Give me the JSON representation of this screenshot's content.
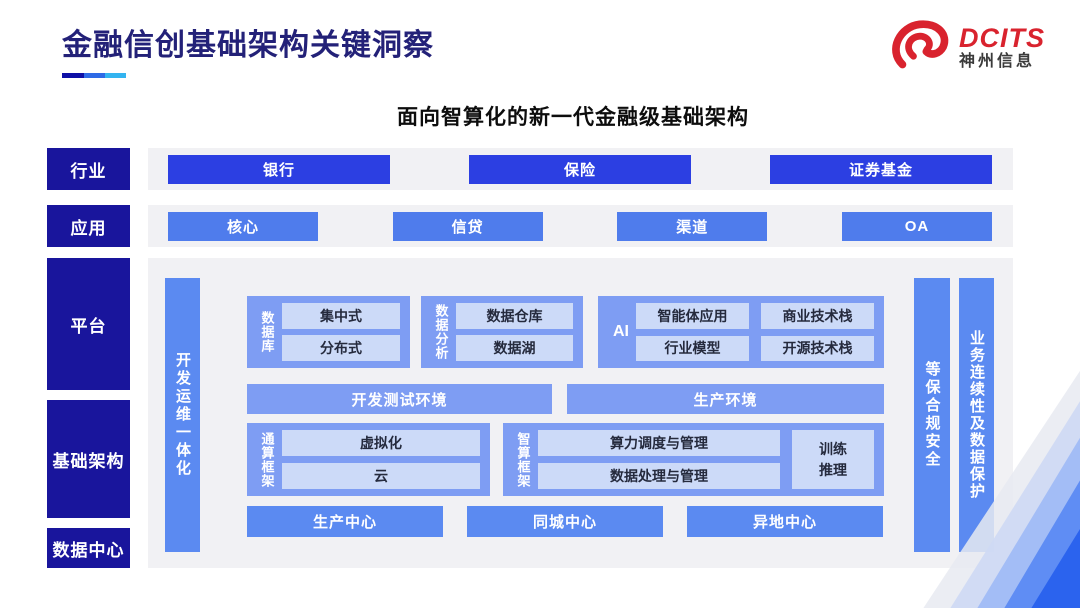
{
  "slide": {
    "title": "金融信创基础架构关键洞察",
    "subtitle": "面向智算化的新一代金融级基础架构"
  },
  "logo": {
    "brand": "DCITS",
    "company": "神州信息"
  },
  "row_labels": {
    "industry": "行业",
    "application": "应用",
    "platform": "平台",
    "infrastructure": "基础架构",
    "datacenter": "数据中心"
  },
  "industry_items": [
    "银行",
    "保险",
    "证券基金"
  ],
  "application_items": [
    "核心",
    "信贷",
    "渠道",
    "OA"
  ],
  "platform": {
    "devops_bar": "开发运维一体化",
    "database_group": {
      "label": "数据库",
      "items": [
        "集中式",
        "分布式"
      ]
    },
    "analytics_group": {
      "label": "数据分析",
      "items": [
        "数据仓库",
        "数据湖"
      ]
    },
    "ai_group": {
      "label": "AI",
      "items": [
        "智能体应用",
        "商业技术栈",
        "行业模型",
        "开源技术栈"
      ]
    },
    "environments": [
      "开发测试环境",
      "生产环境"
    ],
    "general_framework": {
      "label": "通算框架",
      "items": [
        "虚拟化",
        "云"
      ]
    },
    "ai_framework": {
      "label": "智算框架",
      "items": [
        "算力调度与管理",
        "数据处理与管理"
      ],
      "side": "训练\n推理"
    },
    "centers": [
      "生产中心",
      "同城中心",
      "异地中心"
    ],
    "security_bar": "等保合规安全",
    "continuity_bar": "业务连续性及数据保护"
  },
  "colors": {
    "accent_navy": "#19159c",
    "title_navy": "#232178",
    "industry_blue": "#2c3fe2",
    "application_blue": "#4f7cec",
    "bar_blue": "#5b8af1",
    "container_blue": "#7e9df3",
    "chip_blue": "#ccdaf8",
    "panel_gray": "#f1f1f4",
    "logo_red": "#d9232e"
  }
}
